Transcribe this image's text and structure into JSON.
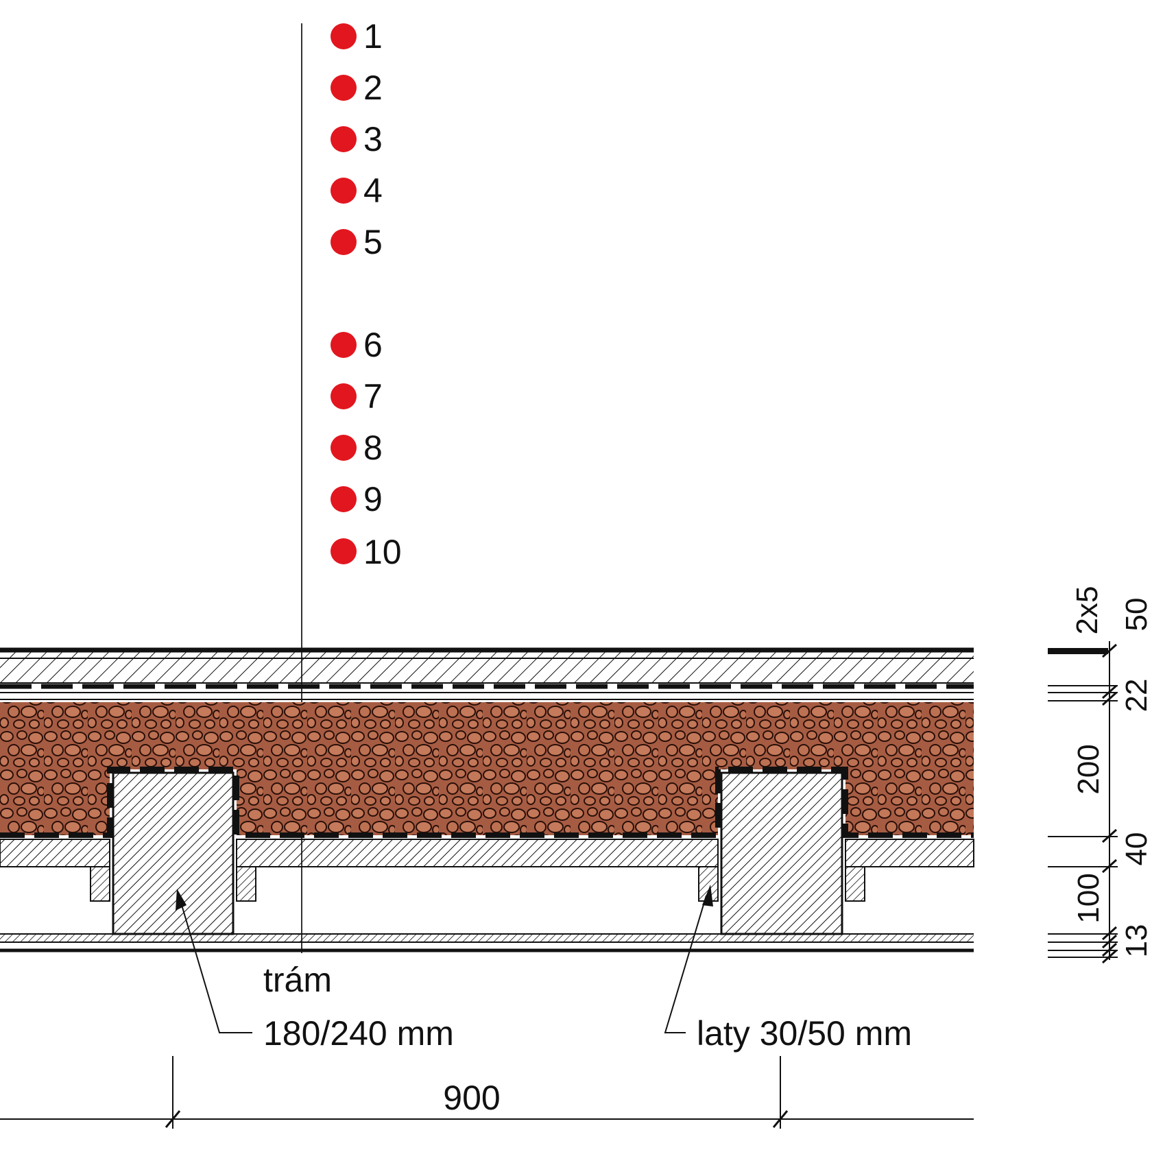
{
  "layer_markers": {
    "color": "#e2161f",
    "items": [
      {
        "number": "1"
      },
      {
        "number": "2"
      },
      {
        "number": "3"
      },
      {
        "number": "4"
      },
      {
        "number": "5"
      },
      {
        "number": "6"
      },
      {
        "number": "7"
      },
      {
        "number": "8"
      },
      {
        "number": "9"
      },
      {
        "number": "10"
      }
    ]
  },
  "materials": {
    "fill_color": "#a65c43",
    "line_color": "#111111"
  },
  "annotations": {
    "beam_title": "trám",
    "beam_size": "180/240 mm",
    "battens": "laty 30/50 mm",
    "span": "900"
  },
  "dimensions": {
    "d1_a": "2x5",
    "d1_b": "50",
    "d2": "22",
    "d3": "200",
    "d4": "40",
    "d5": "100",
    "d6": "13"
  }
}
